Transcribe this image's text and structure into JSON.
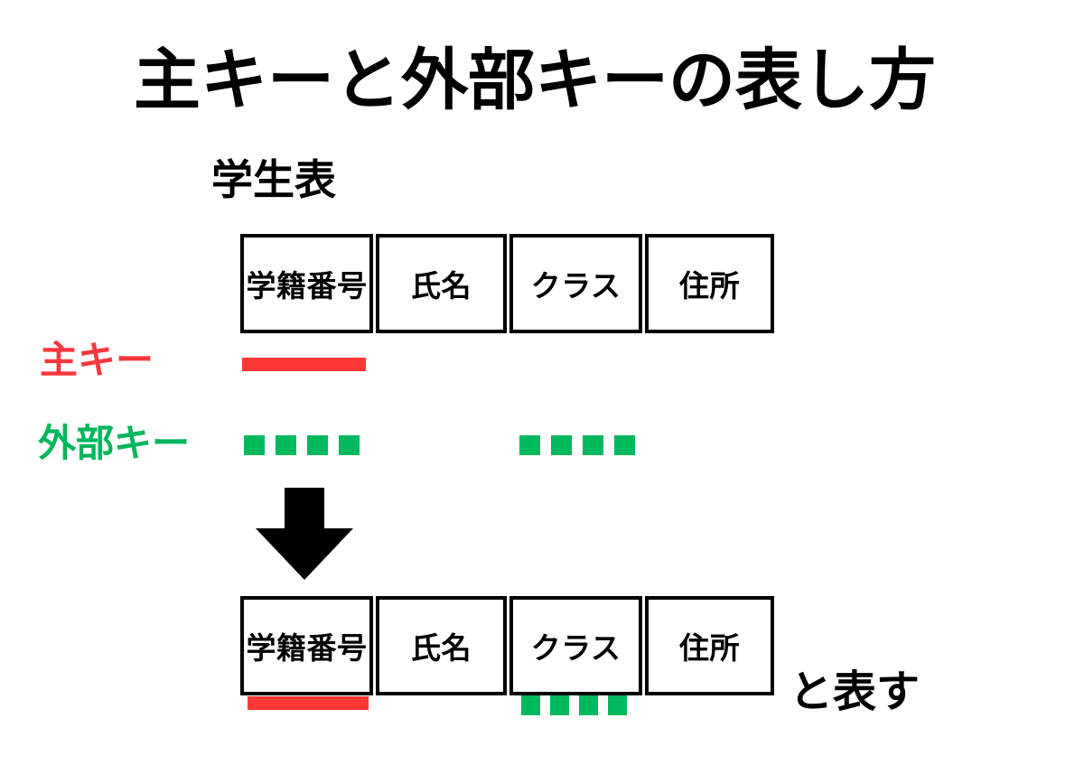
{
  "slide": {
    "title": "主キーと外部キーの表し方",
    "background_color": "#ffffff",
    "note": "と表す"
  },
  "colors": {
    "primary_key": "#f8383c",
    "foreign_key": "#00b65a",
    "primary_key_bar": "#fc3734",
    "foreign_key_dash": "#00b95c",
    "text": "#000000",
    "border": "#000000"
  },
  "top_table": {
    "caption": "学生表",
    "columns": [
      {
        "label": "学籍番号"
      },
      {
        "label": "氏名"
      },
      {
        "label": "クラス"
      },
      {
        "label": "住所"
      }
    ]
  },
  "legend": {
    "items": [
      {
        "label": "主キー",
        "marker": "solid-bar",
        "color": "#f8383c"
      },
      {
        "label": "外部キー",
        "marker": "dashed-bar",
        "color": "#00b65a"
      }
    ],
    "dash_count": 4
  },
  "arrow": {
    "direction": "down",
    "color": "#000000"
  },
  "bottom_table": {
    "columns": [
      {
        "label": "学籍番号",
        "underline": "solid-red"
      },
      {
        "label": "氏名",
        "underline": "none"
      },
      {
        "label": "クラス",
        "underline": "dashed-green"
      },
      {
        "label": "住所",
        "underline": "none"
      }
    ],
    "dash_count": 4
  }
}
